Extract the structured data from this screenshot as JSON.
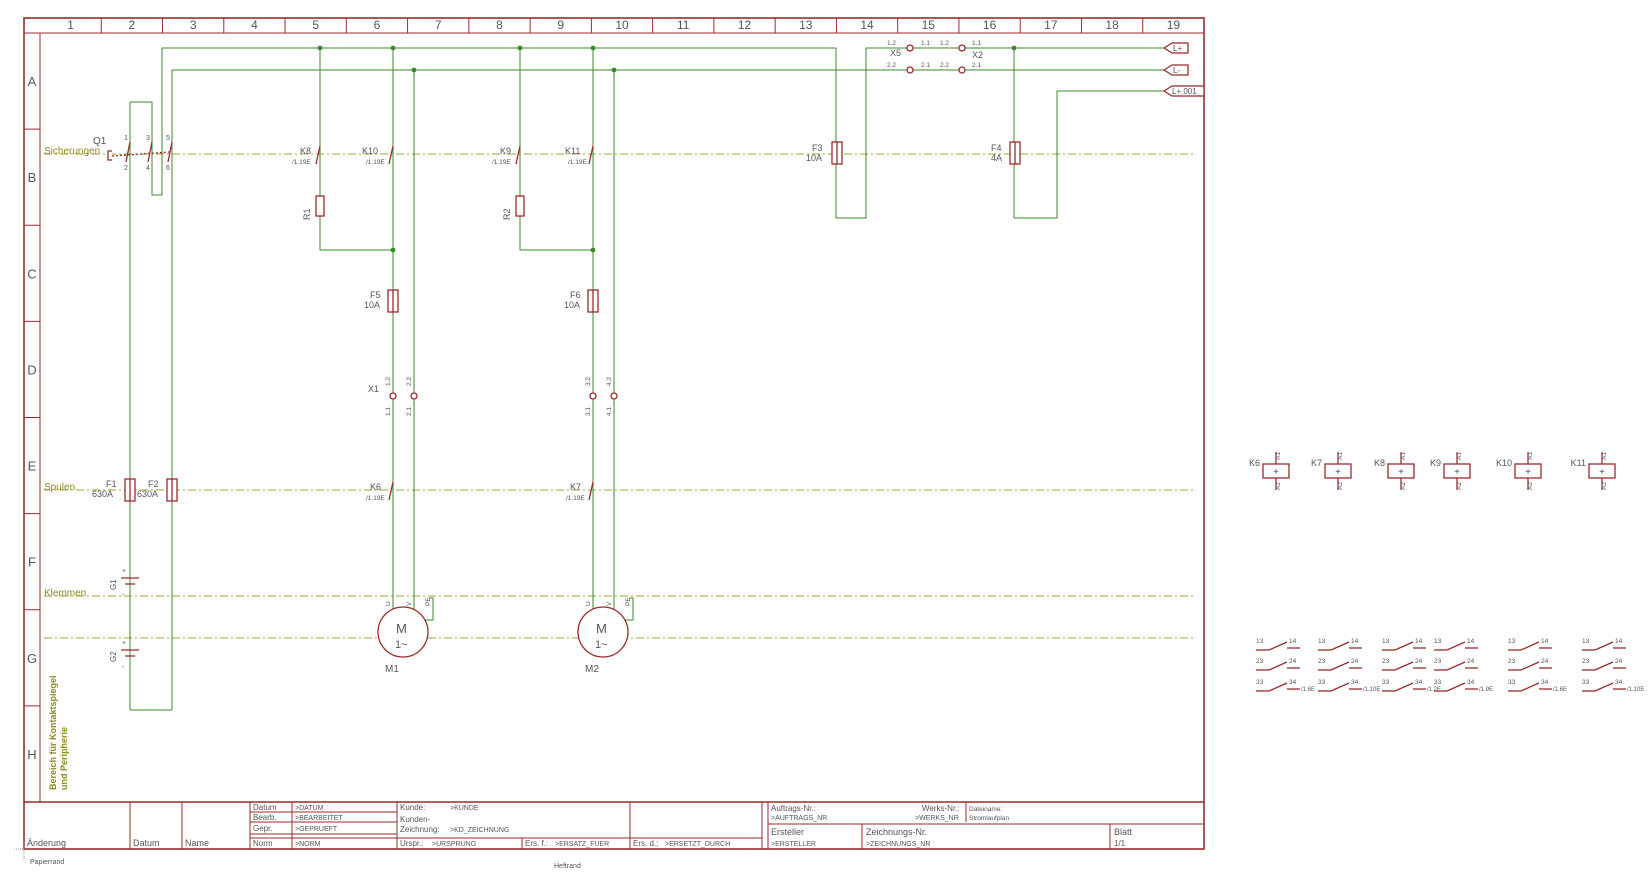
{
  "grid": {
    "columns": [
      "1",
      "2",
      "3",
      "4",
      "5",
      "6",
      "7",
      "8",
      "9",
      "10",
      "11",
      "12",
      "13",
      "14",
      "15",
      "16",
      "17",
      "18",
      "19"
    ],
    "rows": [
      "A",
      "B",
      "C",
      "D",
      "E",
      "F",
      "G",
      "H"
    ]
  },
  "rails": {
    "sicherungen": "Sicherungen",
    "spulen": "Spulen",
    "klemmen": "Klemmen",
    "side_note_1": "Bereich für Kontaktspiegel",
    "side_note_2": "und Peripherie"
  },
  "ports": {
    "lplus": "L+",
    "lminus": "L-",
    "lplus001": "L+.001"
  },
  "components": {
    "q1": "Q1",
    "k8": "K8",
    "k10": "K10",
    "k9": "K9",
    "k11": "K11",
    "k6": "K6",
    "k7": "K7",
    "contact_ref": "/1.19E",
    "r1": "R1",
    "r2": "R2",
    "f1": "F1",
    "f1v": "630A",
    "f2": "F2",
    "f2v": "630A",
    "f3": "F3",
    "f3v": "10A",
    "f4": "F4",
    "f4v": "4A",
    "f5": "F5",
    "f5v": "10A",
    "f6": "F6",
    "f6v": "10A",
    "x1": "X1",
    "x2": "X2",
    "x5": "X5",
    "g1": "G1",
    "g2": "G2",
    "m1": "M1",
    "m2": "M2",
    "motor_letter": "M",
    "motor_phase": "1~",
    "pin_u": "U",
    "pin_v": "V",
    "pin_pe": "PE",
    "pin_1": "1",
    "pin_2": "2",
    "pin_3": "3",
    "pin_4": "4",
    "pin_5": "5",
    "pin_6": "6",
    "pin_33": "33",
    "pin_34": "34",
    "pin_11": "1.1",
    "pin_12": "1.2",
    "pin_21": "2.1",
    "pin_22": "2.2",
    "pin_31": "3.1",
    "pin_32": "3.2",
    "pin_41": "4.1",
    "pin_42": "4.2",
    "plus": "+",
    "minus": "-"
  },
  "coils": [
    {
      "name": "K6"
    },
    {
      "name": "K7"
    },
    {
      "name": "K8"
    },
    {
      "name": "K9"
    },
    {
      "name": "K10"
    },
    {
      "name": "K11"
    }
  ],
  "coil_pins": {
    "a1": "A1",
    "a2": "A2"
  },
  "contact_mirror": {
    "rows": [
      [
        "13",
        "14"
      ],
      [
        "23",
        "24"
      ],
      [
        "33",
        "34"
      ]
    ],
    "refs": [
      "/1.6E",
      "/1.10E",
      "/1.2E",
      "/1.9E",
      "/1.6E",
      "/1.10E"
    ]
  },
  "title_block": {
    "aenderung": "Änderung",
    "datum_col": "Datum",
    "name_col": "Name",
    "datum": "Datum",
    "datum_v": ">DATUM",
    "bearb": "Bearb.",
    "bearb_v": ">BEARBEITET",
    "gepr": "Gepr.",
    "gepr_v": ">GEPRUEFT",
    "norm": "Norm",
    "norm_v": ">NORM",
    "kunde": "Kunde:",
    "kunde_v": ">KUNDE",
    "kunden_zeichnung_1": "Kunden-",
    "kunden_zeichnung_2": "Zeichnung:",
    "kunden_zeichnung_v": ">KD_ZEICHNUNG",
    "urspr": "Urspr.:",
    "urspr_v": ">URSPRUNG",
    "ers_f": "Ers. f.:",
    "ers_f_v": ">ERSATZ_FUER",
    "ers_d": "Ers. d.:",
    "ers_d_v": ">ERSETZT_DURCH",
    "auftrags": "Auftrags-Nr.:",
    "auftrags_v": ">AUFTRAGS_NR",
    "werks": "Werks-Nr.:",
    "werks_v": ">WERKS_NR",
    "dateiname": "Dateiname:",
    "dateiname_v": "Stromlaufplan",
    "ersteller": "Ersteller",
    "ersteller_v": ">ERSTELLER",
    "zeichnungs": "Zeichnungs-Nr.",
    "zeichnungs_v": ">ZEICHNUNGS_NR",
    "blatt": "Blatt",
    "blatt_v": "1/1"
  },
  "footer": {
    "papierrand": "Papierrand",
    "heftrand": "Heftrand"
  },
  "colors": {
    "frame": "#9a2b2b",
    "wire": "#3c8a2e",
    "rail_label": "#8c8c1e"
  }
}
